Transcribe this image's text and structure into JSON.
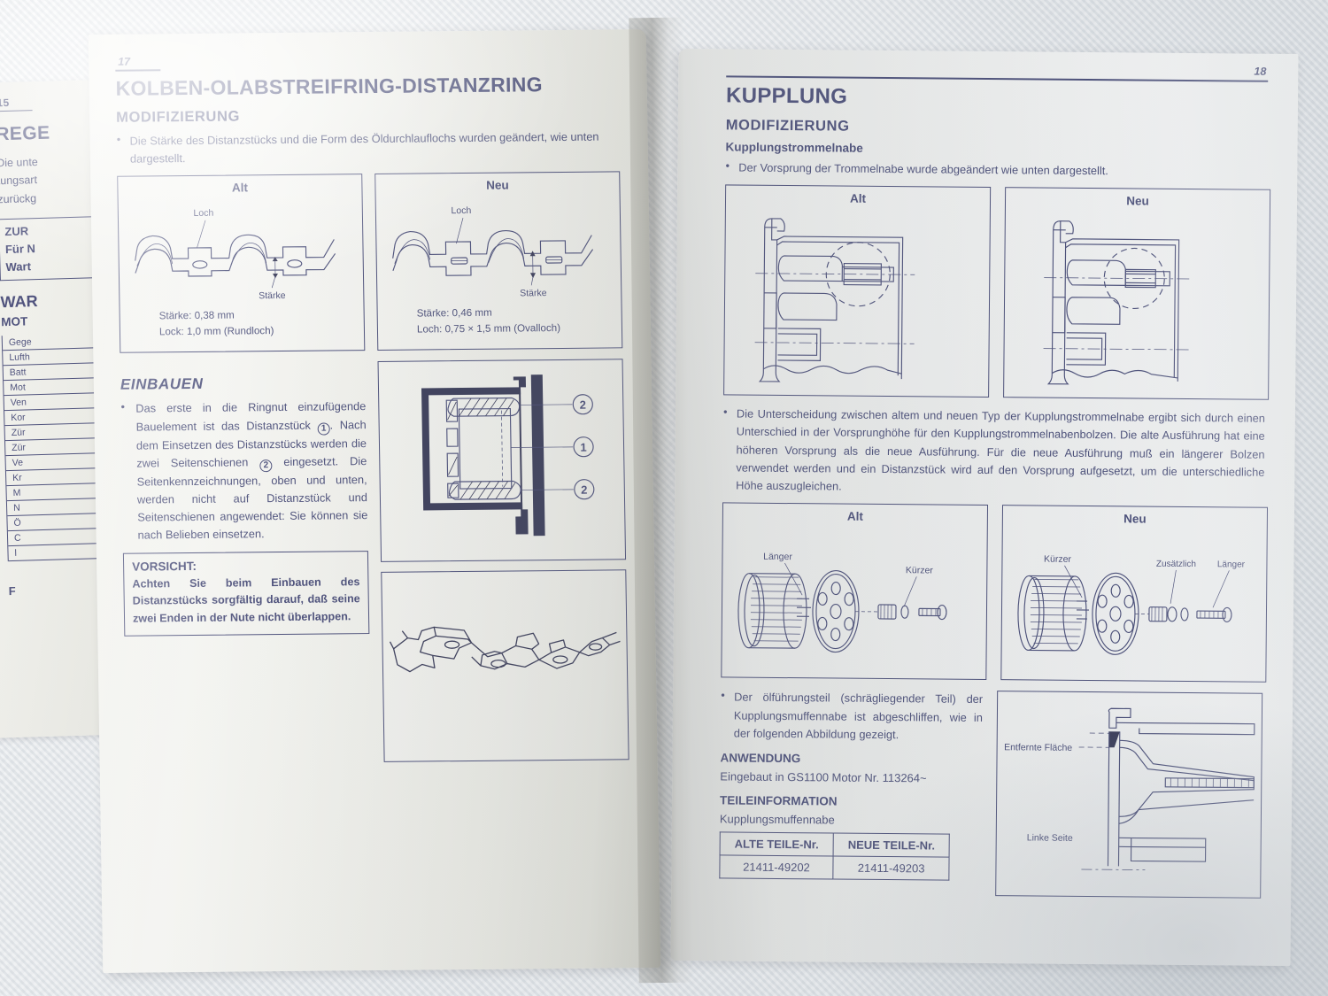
{
  "document": {
    "kind": "printed-service-manual-spread",
    "language": "de"
  },
  "far_left_page": {
    "page_number": "15",
    "title_partial": "REGE",
    "para_lines": [
      "Die unte",
      "tungsart",
      "zurückg"
    ],
    "box_lines": [
      "ZUR",
      "Für N",
      "Wart"
    ],
    "heading_partial": "WAR",
    "subheading_partial": "MOT",
    "table_rows": [
      "Gege",
      "Lufth",
      "Batt",
      "Mot",
      "Ven",
      "Kor",
      "Zür",
      "Zür",
      "Ve",
      "Kr",
      "M",
      "N",
      "Ö",
      "C",
      "l"
    ],
    "tail_letter": "F"
  },
  "left_page": {
    "page_number": "17",
    "title": "KOLBEN-OLABSTREIFRING-DISTANZRING",
    "section_modifizierung": "MODIFIZIERUNG",
    "intro_bullet": "Die Stärke des Distanzstücks und die Form des Öldurchlauflochs wurden geändert, wie unten dargestellt.",
    "diagram_alt": {
      "caption": "Alt",
      "label_loch": "Loch",
      "label_staerke": "Stärke",
      "spec_thickness": "Stärke: 0,38 mm",
      "spec_hole": "Lock: 1,0 mm (Rundloch)"
    },
    "diagram_neu": {
      "caption": "Neu",
      "label_loch": "Loch",
      "label_staerke": "Stärke",
      "spec_thickness": "Stärke: 0,46 mm",
      "spec_hole": "Loch: 0,75 × 1,5 mm (Ovalloch)"
    },
    "einbauen_heading": "EINBAUEN",
    "einbauen_bullet_a": "Das erste in die Ringnut einzufügende Bauelement ist das Distanzstück",
    "einbauen_bullet_b": ". Nach dem Einsetzen des Distanzstücks werden die zwei Seitenschienen",
    "einbauen_bullet_c": "eingesetzt. Die Seitenkennzeichnungen, oben und unten, werden nicht auf Distanzstück und Seitenschienen angewendet: Sie können sie nach Belieben einsetzen.",
    "callout_1": "1",
    "callout_2": "2",
    "vorsicht_heading": "VORSICHT:",
    "vorsicht_body": "Achten Sie beim Einbauen des Distanzstücks sorgfältig darauf, daß seine zwei Enden in der Nute nicht überlappen."
  },
  "right_page": {
    "page_number": "18",
    "title": "KUPPLUNG",
    "section_modifizierung": "MODIFIZIERUNG",
    "subsection": "Kupplungstrommelnabe",
    "bullet_top": "Der Vorsprung der Trommelnabe wurde abgeändert wie unten dargestellt.",
    "hub_alt_caption": "Alt",
    "hub_neu_caption": "Neu",
    "bullet_explain": "Die Unterscheidung zwischen altem und neuen Typ der Kupplungstrommelnabe ergibt sich durch einen Unterschied in der Vorsprunghöhe für den Kupplungstrommelnabenbolzen. Die alte Ausführung hat eine höheren Vorsprung als die neue Ausführung. Für die neue Ausführung muß ein längerer Bolzen verwendet werden und ein Distanzstück wird auf den Vorsprung aufgesetzt, um die unterschiedliche Höhe auszugleichen.",
    "exploded_alt": {
      "caption": "Alt",
      "label_left": "Länger",
      "label_right": "Kürzer"
    },
    "exploded_neu": {
      "caption": "Neu",
      "label_left": "Kürzer",
      "label_mid": "Zusätzlich",
      "label_right": "Länger"
    },
    "bullet_oil": "Der ölführungsteil (schrägliegender Teil) der Kupplungsmuffennabe ist abgeschliffen, wie in der folgenden Abbildung gezeigt.",
    "anwendung_heading": "ANWENDUNG",
    "anwendung_body": "Eingebaut in GS1100 Motor Nr. 113264~",
    "teileinformation_heading": "TEILEINFORMATION",
    "teileinformation_part": "Kupplungsmuffennabe",
    "parts_table": {
      "headers": [
        "ALTE TEILE-Nr.",
        "NEUE TEILE-Nr."
      ],
      "rows": [
        [
          "21411-49202",
          "21411-49203"
        ]
      ]
    },
    "section_diagram": {
      "label_surface": "Entfernte Fläche",
      "label_side": "Linke Seite"
    }
  },
  "colors": {
    "ink": "#2b2f62",
    "ink_dark": "#15173a",
    "paper_left": "#f2f2ec",
    "paper_right": "#f7f8f6",
    "backdrop": "#dfe3e7"
  }
}
